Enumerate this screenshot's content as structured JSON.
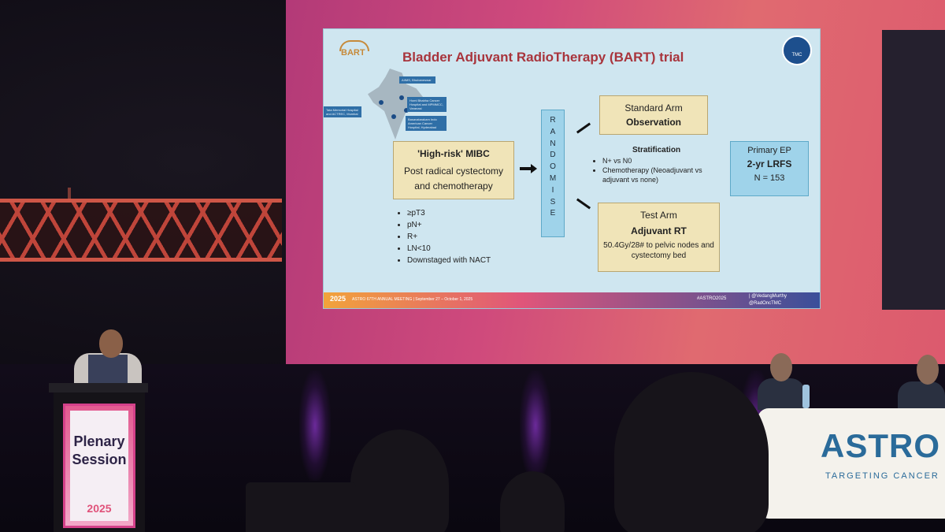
{
  "slide": {
    "logo_text": "BART",
    "title": "Bladder Adjuvant RadioTherapy (BART) trial",
    "tmc_logo_text": "TMC",
    "map_labels": [
      "Tata Memorial Hospital and ACTREC, Mumbai",
      "AIIMS, Bhubaneswar",
      "Homi Bhabha Cancer Hospital and MPMMCC, Varanasi",
      "Basavatarakam Indo American Cancer Hospital, Hyderabad"
    ],
    "mibc_box": {
      "title": "'High-risk' MIBC",
      "line1": "Post radical cystectomy",
      "line2": "and chemotherapy"
    },
    "criteria": [
      "≥pT3",
      "pN+",
      "R+",
      "LN<10",
      "Downstaged with NACT"
    ],
    "randomise_letters": [
      "R",
      "A",
      "N",
      "D",
      "O",
      "M",
      "I",
      "S",
      "E"
    ],
    "standard_arm": {
      "title": "Standard Arm",
      "value": "Observation"
    },
    "stratification": {
      "heading": "Stratification",
      "items": [
        "N+ vs N0",
        "Chemotherapy (Neoadjuvant vs adjuvant vs none)"
      ]
    },
    "test_arm": {
      "title": "Test Arm",
      "value": "Adjuvant RT",
      "detail": "50.4Gy/28# to pelvic nodes and cystectomy bed"
    },
    "endpoint": {
      "title": "Primary EP",
      "value": "2-yr LRFS",
      "n": "N = 153"
    },
    "footer": {
      "year": "2025",
      "meeting": "ASTRO 67TH ANNUAL MEETING | September 27 – October 1, 2025",
      "hashtag": "#ASTRO2025",
      "handles": "| @VedangMurthy\n@RadOncTMC"
    }
  },
  "podium": {
    "line1": "Plenary",
    "line2": "Session",
    "year": "2025"
  },
  "banner": {
    "brand": "ASTRO",
    "tagline": "TARGETING CANCER"
  },
  "colors": {
    "title_red": "#a8343c",
    "box_beige": "#f0e4b8",
    "box_blue": "#9fd3ea",
    "screen_pink": "#cf4a7c"
  }
}
